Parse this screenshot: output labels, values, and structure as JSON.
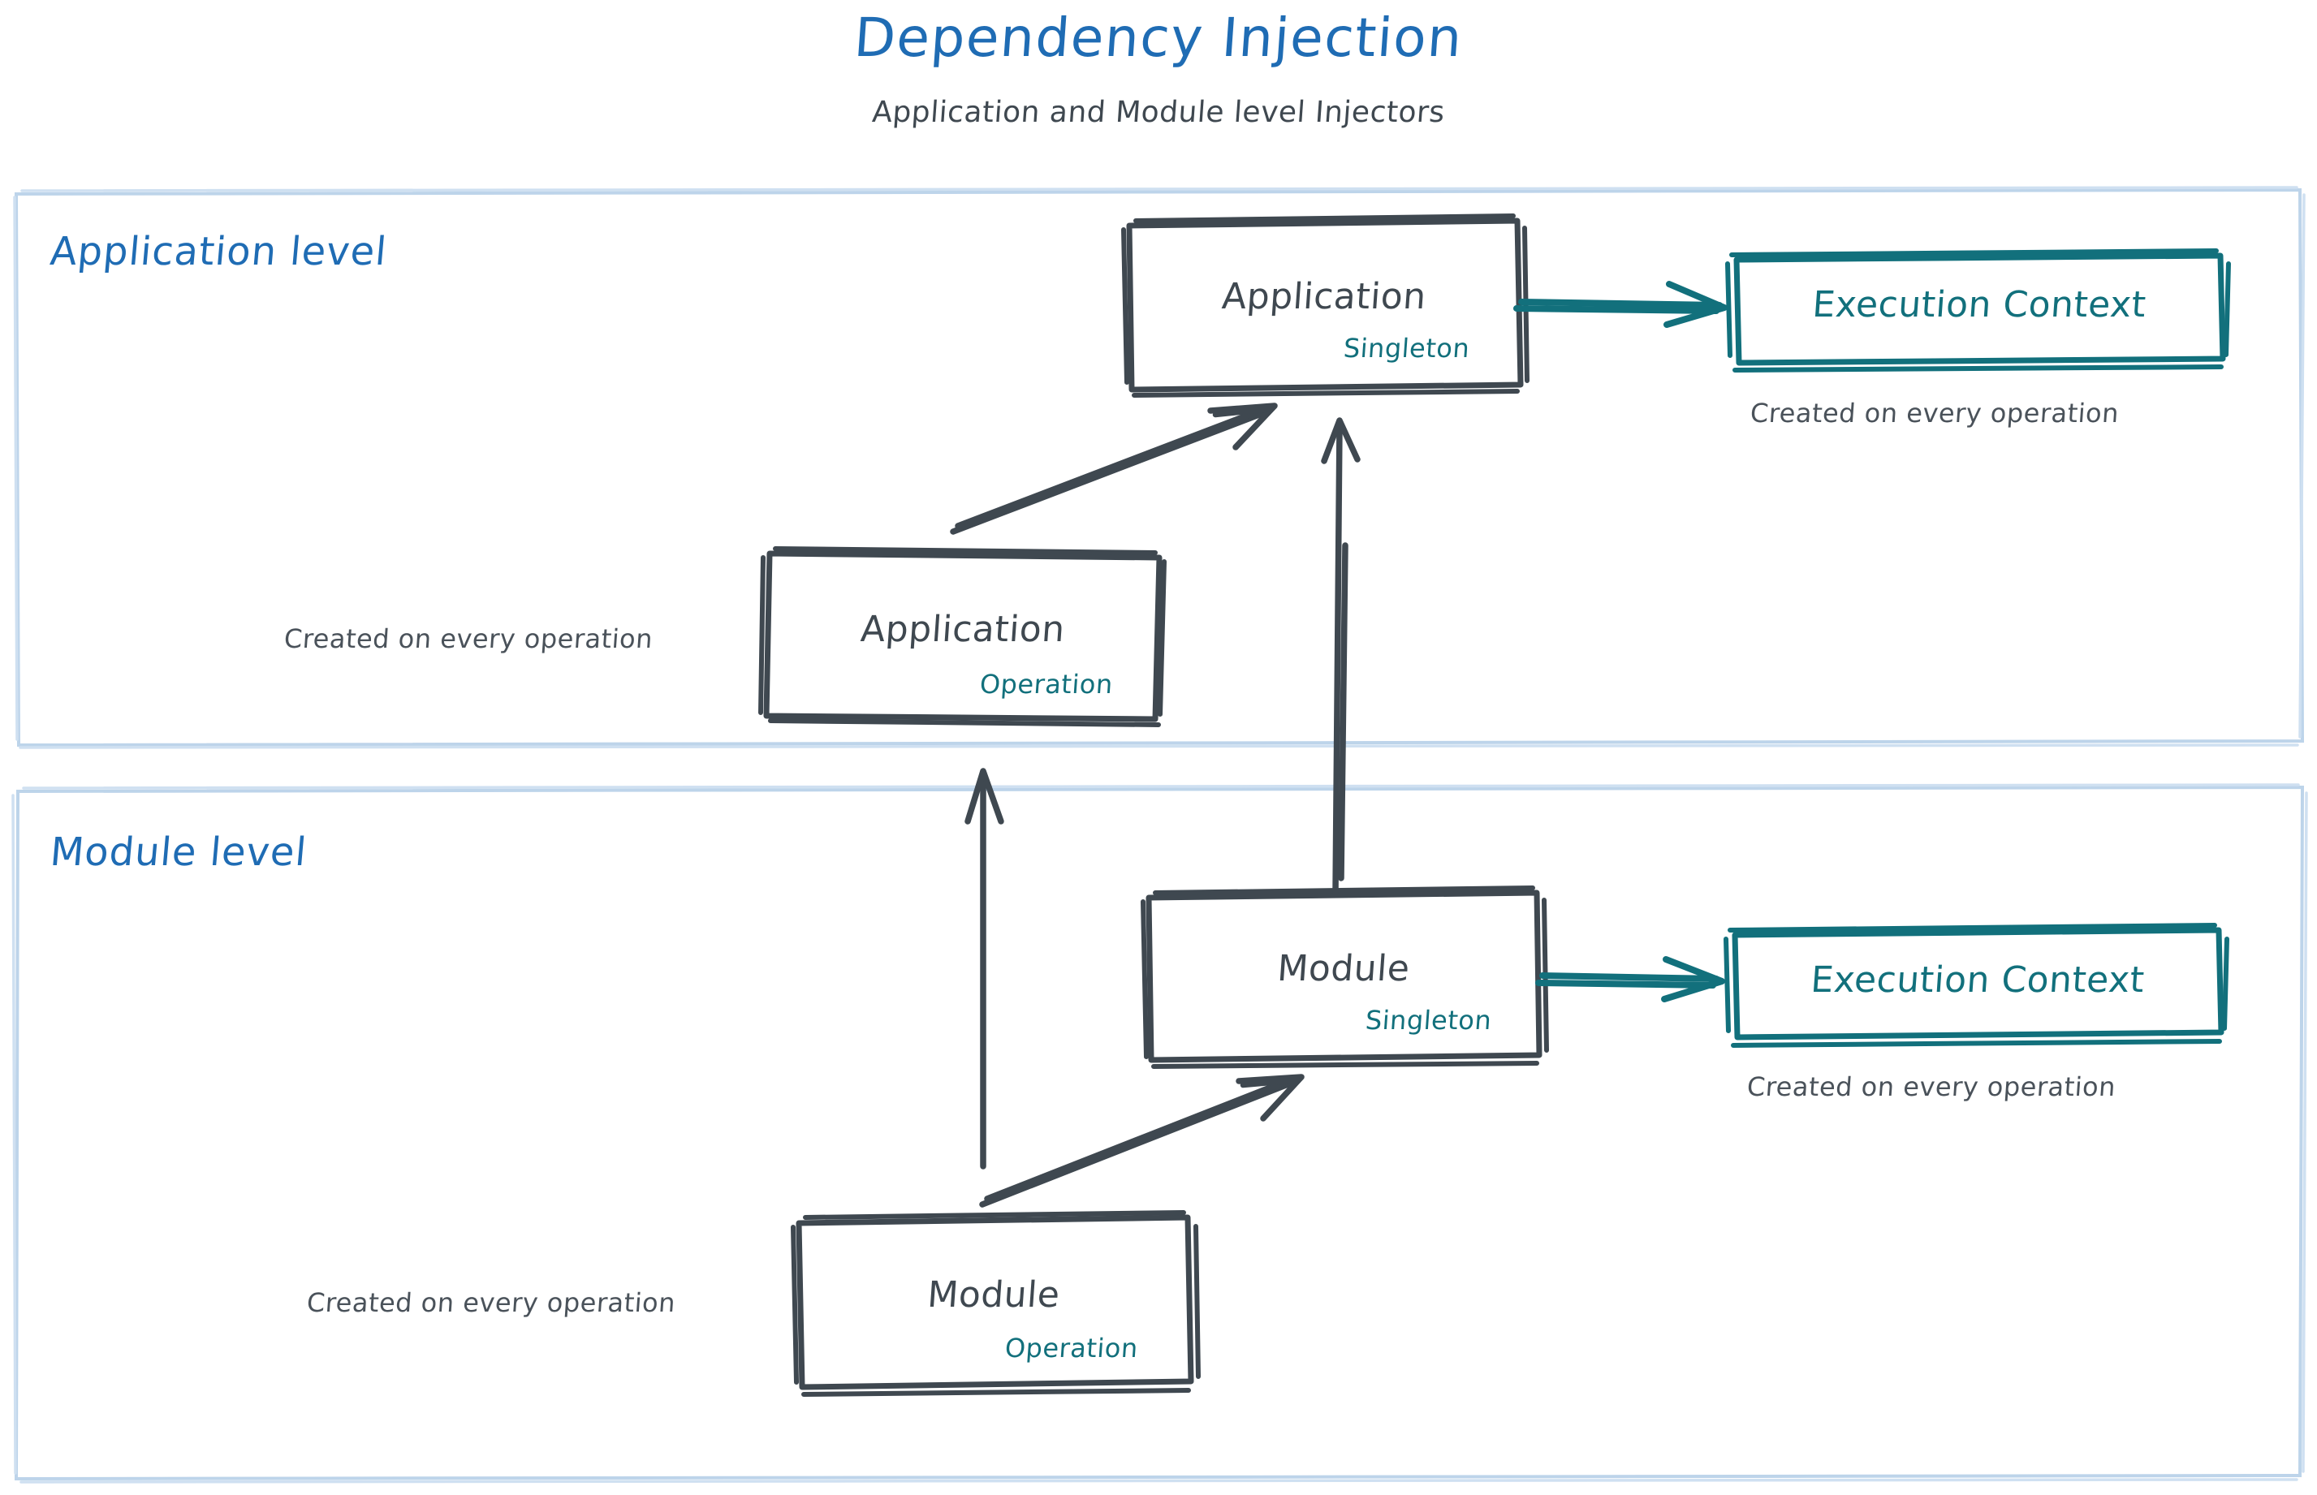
{
  "header": {
    "title": "Dependency Injection",
    "subtitle": "Application and Module level Injectors"
  },
  "colors": {
    "title_blue": "#1f6cb4",
    "panel_border_blue": "#bdd4ea",
    "node_gray": "#3f4850",
    "scope_teal": "#12707c",
    "note_gray": "#4a525a",
    "background": "#ffffff"
  },
  "sections": [
    {
      "id": "application-level",
      "label": "Application level",
      "nodes": [
        {
          "id": "application-singleton",
          "title": "Application",
          "scope": "Singleton",
          "scope_color": "#12707c",
          "style": "gray-sketch-box"
        },
        {
          "id": "application-operation",
          "title": "Application",
          "scope": "Operation",
          "scope_color": "#12707c",
          "style": "gray-sketch-box",
          "note": "Created on every operation"
        },
        {
          "id": "execution-context-application",
          "title": "Execution Context",
          "style": "teal-sketch-box",
          "note": "Created on every operation"
        }
      ],
      "edges": [
        {
          "id": "app-singleton-to-exec-ctx",
          "from": "application-singleton",
          "to": "execution-context-application",
          "color": "#12707c",
          "style": "double-stroke-arrow"
        },
        {
          "id": "app-operation-to-app-singleton",
          "from": "application-operation",
          "to": "application-singleton",
          "color": "#3f4850",
          "style": "double-stroke-arrow"
        }
      ]
    },
    {
      "id": "module-level",
      "label": "Module level",
      "nodes": [
        {
          "id": "module-singleton",
          "title": "Module",
          "scope": "Singleton",
          "scope_color": "#12707c",
          "style": "gray-sketch-box"
        },
        {
          "id": "module-operation",
          "title": "Module",
          "scope": "Operation",
          "scope_color": "#12707c",
          "style": "gray-sketch-box",
          "note": "Created on every operation"
        },
        {
          "id": "execution-context-module",
          "title": "Execution Context",
          "style": "teal-sketch-box",
          "note": "Created on every operation"
        }
      ],
      "edges": [
        {
          "id": "module-singleton-to-exec-ctx",
          "from": "module-singleton",
          "to": "execution-context-module",
          "color": "#12707c",
          "style": "double-stroke-arrow"
        },
        {
          "id": "module-operation-to-module-singleton",
          "from": "module-operation",
          "to": "module-singleton",
          "color": "#3f4850",
          "style": "double-stroke-arrow"
        },
        {
          "id": "module-singleton-to-application-singleton",
          "from": "module-singleton",
          "to": "application-singleton",
          "color": "#3f4850",
          "style": "double-stroke-arrow-vertical"
        },
        {
          "id": "module-operation-to-application-operation",
          "from": "module-operation",
          "to": "application-operation",
          "color": "#3f4850",
          "style": "single-stroke-arrow-vertical"
        }
      ]
    }
  ],
  "notes": {
    "application_operation_note": "Created on every operation",
    "execution_context_application_note": "Created on every operation",
    "module_operation_note": "Created on every operation",
    "execution_context_module_note": "Created on every operation"
  }
}
